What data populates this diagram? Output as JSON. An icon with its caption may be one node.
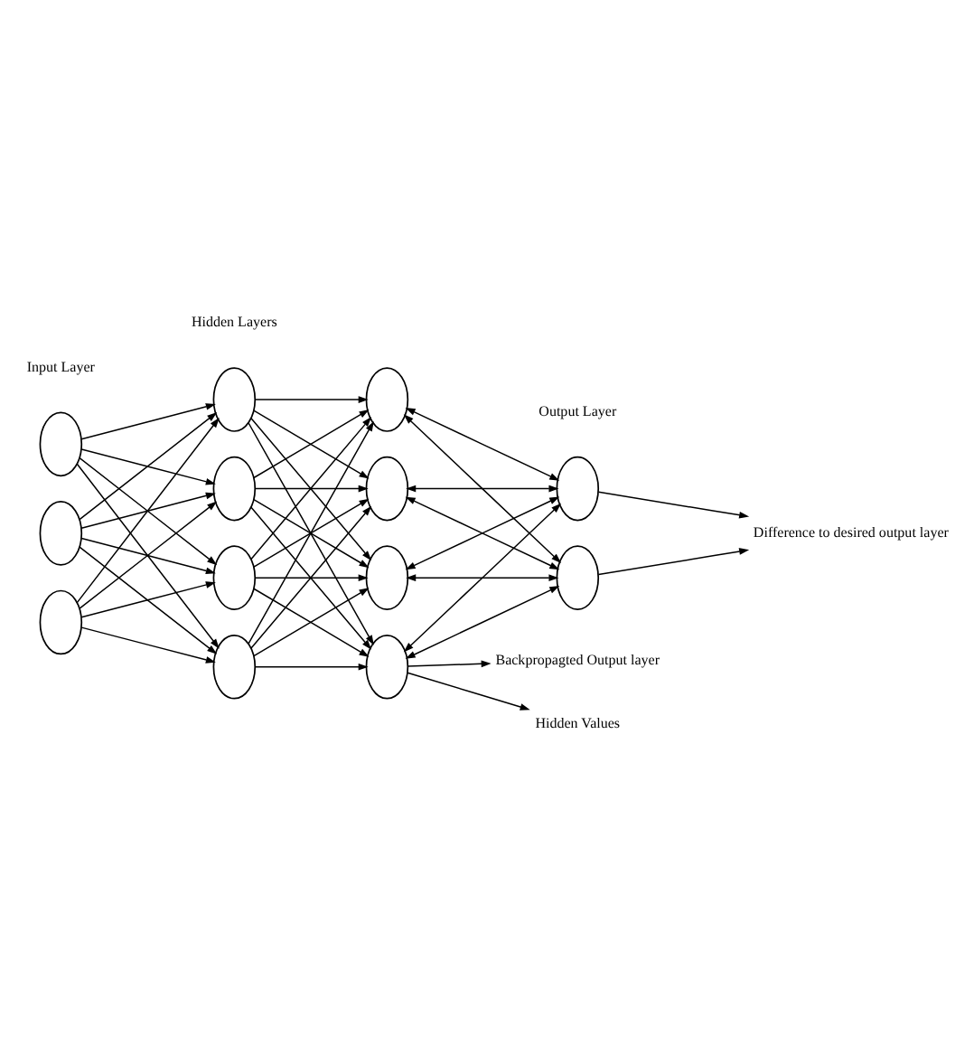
{
  "diagram": {
    "nodes": [
      {
        "text": [],
        "shape": "circle"
      },
      {
        "text": [],
        "shape": "circle"
      },
      {
        "text": [],
        "shape": "circle"
      },
      {
        "text": [],
        "shape": "circle"
      },
      {
        "text": [],
        "shape": "circle"
      },
      {
        "text": [],
        "shape": "circle"
      },
      {
        "text": [],
        "shape": "circle"
      },
      {
        "text": [],
        "shape": "circle"
      },
      {
        "text": [],
        "shape": "circle"
      },
      {
        "text": [],
        "shape": "circle"
      },
      {
        "text": [],
        "shape": "circle"
      },
      {
        "text": [],
        "shape": "circle"
      },
      {
        "text": [],
        "shape": "circle"
      },
      {
        "text": [
          "Difference to desired output layer"
        ]
      },
      {
        "text": [
          "Backpropagted Output layer"
        ]
      },
      {
        "text": [
          "Hidden Values"
        ]
      }
    ],
    "edges": [
      {
        "from": 0,
        "to": 3,
        "arrow": "to"
      },
      {
        "from": 0,
        "to": 4,
        "arrow": "to"
      },
      {
        "from": 0,
        "to": 5,
        "arrow": "to"
      },
      {
        "from": 0,
        "to": 6,
        "arrow": "to"
      },
      {
        "from": 1,
        "to": 3,
        "arrow": "to"
      },
      {
        "from": 1,
        "to": 4,
        "arrow": "to"
      },
      {
        "from": 1,
        "to": 5,
        "arrow": "to"
      },
      {
        "from": 1,
        "to": 6,
        "arrow": "to"
      },
      {
        "from": 2,
        "to": 3,
        "arrow": "to"
      },
      {
        "from": 2,
        "to": 4,
        "arrow": "to"
      },
      {
        "from": 2,
        "to": 5,
        "arrow": "to"
      },
      {
        "from": 2,
        "to": 6,
        "arrow": "to"
      },
      {
        "from": 3,
        "to": 7,
        "arrow": "to"
      },
      {
        "from": 3,
        "to": 8,
        "arrow": "to"
      },
      {
        "from": 3,
        "to": 9,
        "arrow": "to"
      },
      {
        "from": 3,
        "to": 10,
        "arrow": "to"
      },
      {
        "from": 4,
        "to": 7,
        "arrow": "to"
      },
      {
        "from": 4,
        "to": 8,
        "arrow": "to"
      },
      {
        "from": 4,
        "to": 9,
        "arrow": "to"
      },
      {
        "from": 4,
        "to": 10,
        "arrow": "to"
      },
      {
        "from": 5,
        "to": 7,
        "arrow": "to"
      },
      {
        "from": 5,
        "to": 8,
        "arrow": "to"
      },
      {
        "from": 5,
        "to": 9,
        "arrow": "to"
      },
      {
        "from": 5,
        "to": 10,
        "arrow": "to"
      },
      {
        "from": 6,
        "to": 7,
        "arrow": "to"
      },
      {
        "from": 6,
        "to": 8,
        "arrow": "to"
      },
      {
        "from": 6,
        "to": 9,
        "arrow": "to"
      },
      {
        "from": 6,
        "to": 10,
        "arrow": "to"
      },
      {
        "from": 7,
        "to": 11,
        "arrow": "both"
      },
      {
        "from": 7,
        "to": 12,
        "arrow": "both"
      },
      {
        "from": 8,
        "to": 11,
        "arrow": "both"
      },
      {
        "from": 8,
        "to": 12,
        "arrow": "both"
      },
      {
        "from": 9,
        "to": 11,
        "arrow": "both"
      },
      {
        "from": 9,
        "to": 12,
        "arrow": "both"
      },
      {
        "from": 10,
        "to": 11,
        "arrow": "both"
      },
      {
        "from": 10,
        "to": 12,
        "arrow": "both"
      },
      {
        "from": 11,
        "to": 13,
        "arrow": "to"
      },
      {
        "from": 12,
        "to": 13,
        "arrow": "to"
      },
      {
        "from": 10,
        "to": 14,
        "arrow": "to"
      },
      {
        "from": 10,
        "to": 15,
        "arrow": "to"
      }
    ],
    "labels": [
      "Input Layer",
      "Hidden Layers",
      "Output Layer"
    ]
  }
}
